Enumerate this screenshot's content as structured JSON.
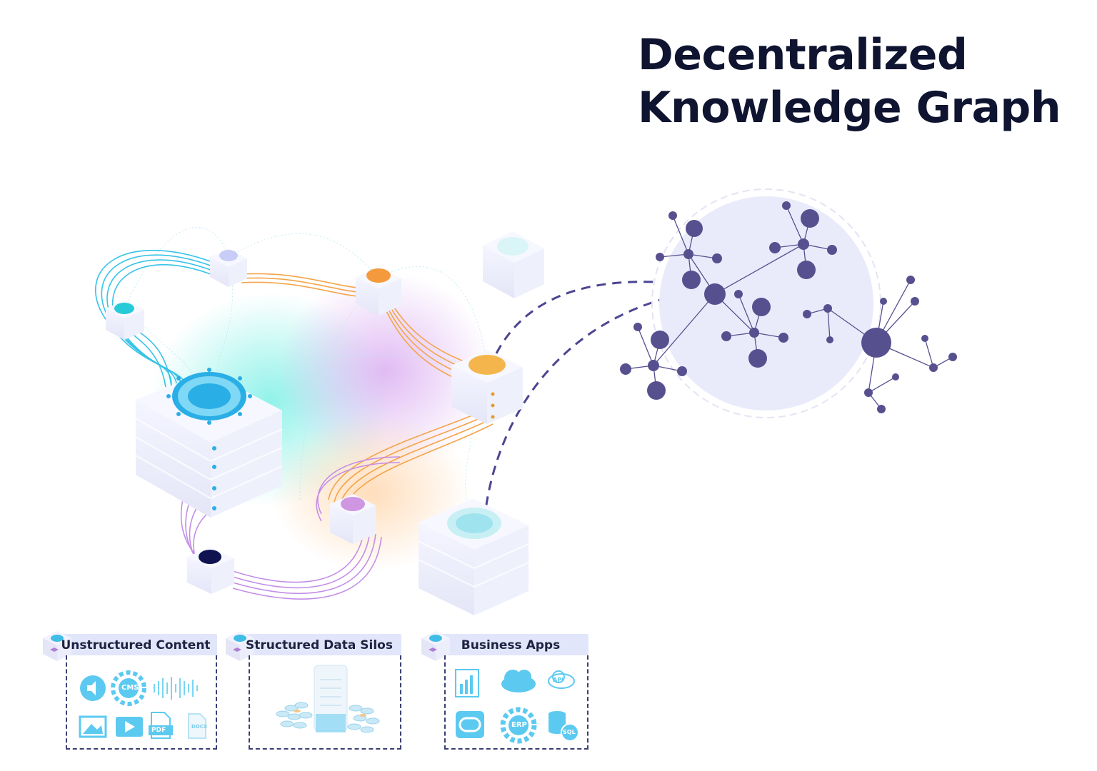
{
  "title": {
    "line1": "Decentralized",
    "line2": "Knowledge Graph"
  },
  "colors": {
    "title": "#0f1430",
    "cyan": "#2ec7ea",
    "orange": "#f59a3c",
    "purple": "#c88be0",
    "graph_node": "#57508f",
    "dash": "#4b4591"
  },
  "panels": [
    {
      "label": "Unstructured Content",
      "icons": [
        "speaker-icon",
        "cms-gear-icon",
        "audio-waveform-icon",
        "image-icon",
        "video-play-icon",
        "pdf-file-icon",
        "docx-file-icon"
      ],
      "icon_text": {
        "cms": "CMS",
        "pdf": "PDF",
        "docx": "DOCX"
      }
    },
    {
      "label": "Structured Data Silos",
      "icons": [
        "database-cylinders-icon"
      ]
    },
    {
      "label": "Business Apps",
      "icons": [
        "bar-chart-icon",
        "cloud-icon",
        "api-cloud-icon",
        "oracle-icon",
        "erp-gear-icon",
        "sql-database-icon"
      ],
      "icon_text": {
        "api": "API",
        "erp": "ERP",
        "sql": "SQL"
      }
    }
  ]
}
